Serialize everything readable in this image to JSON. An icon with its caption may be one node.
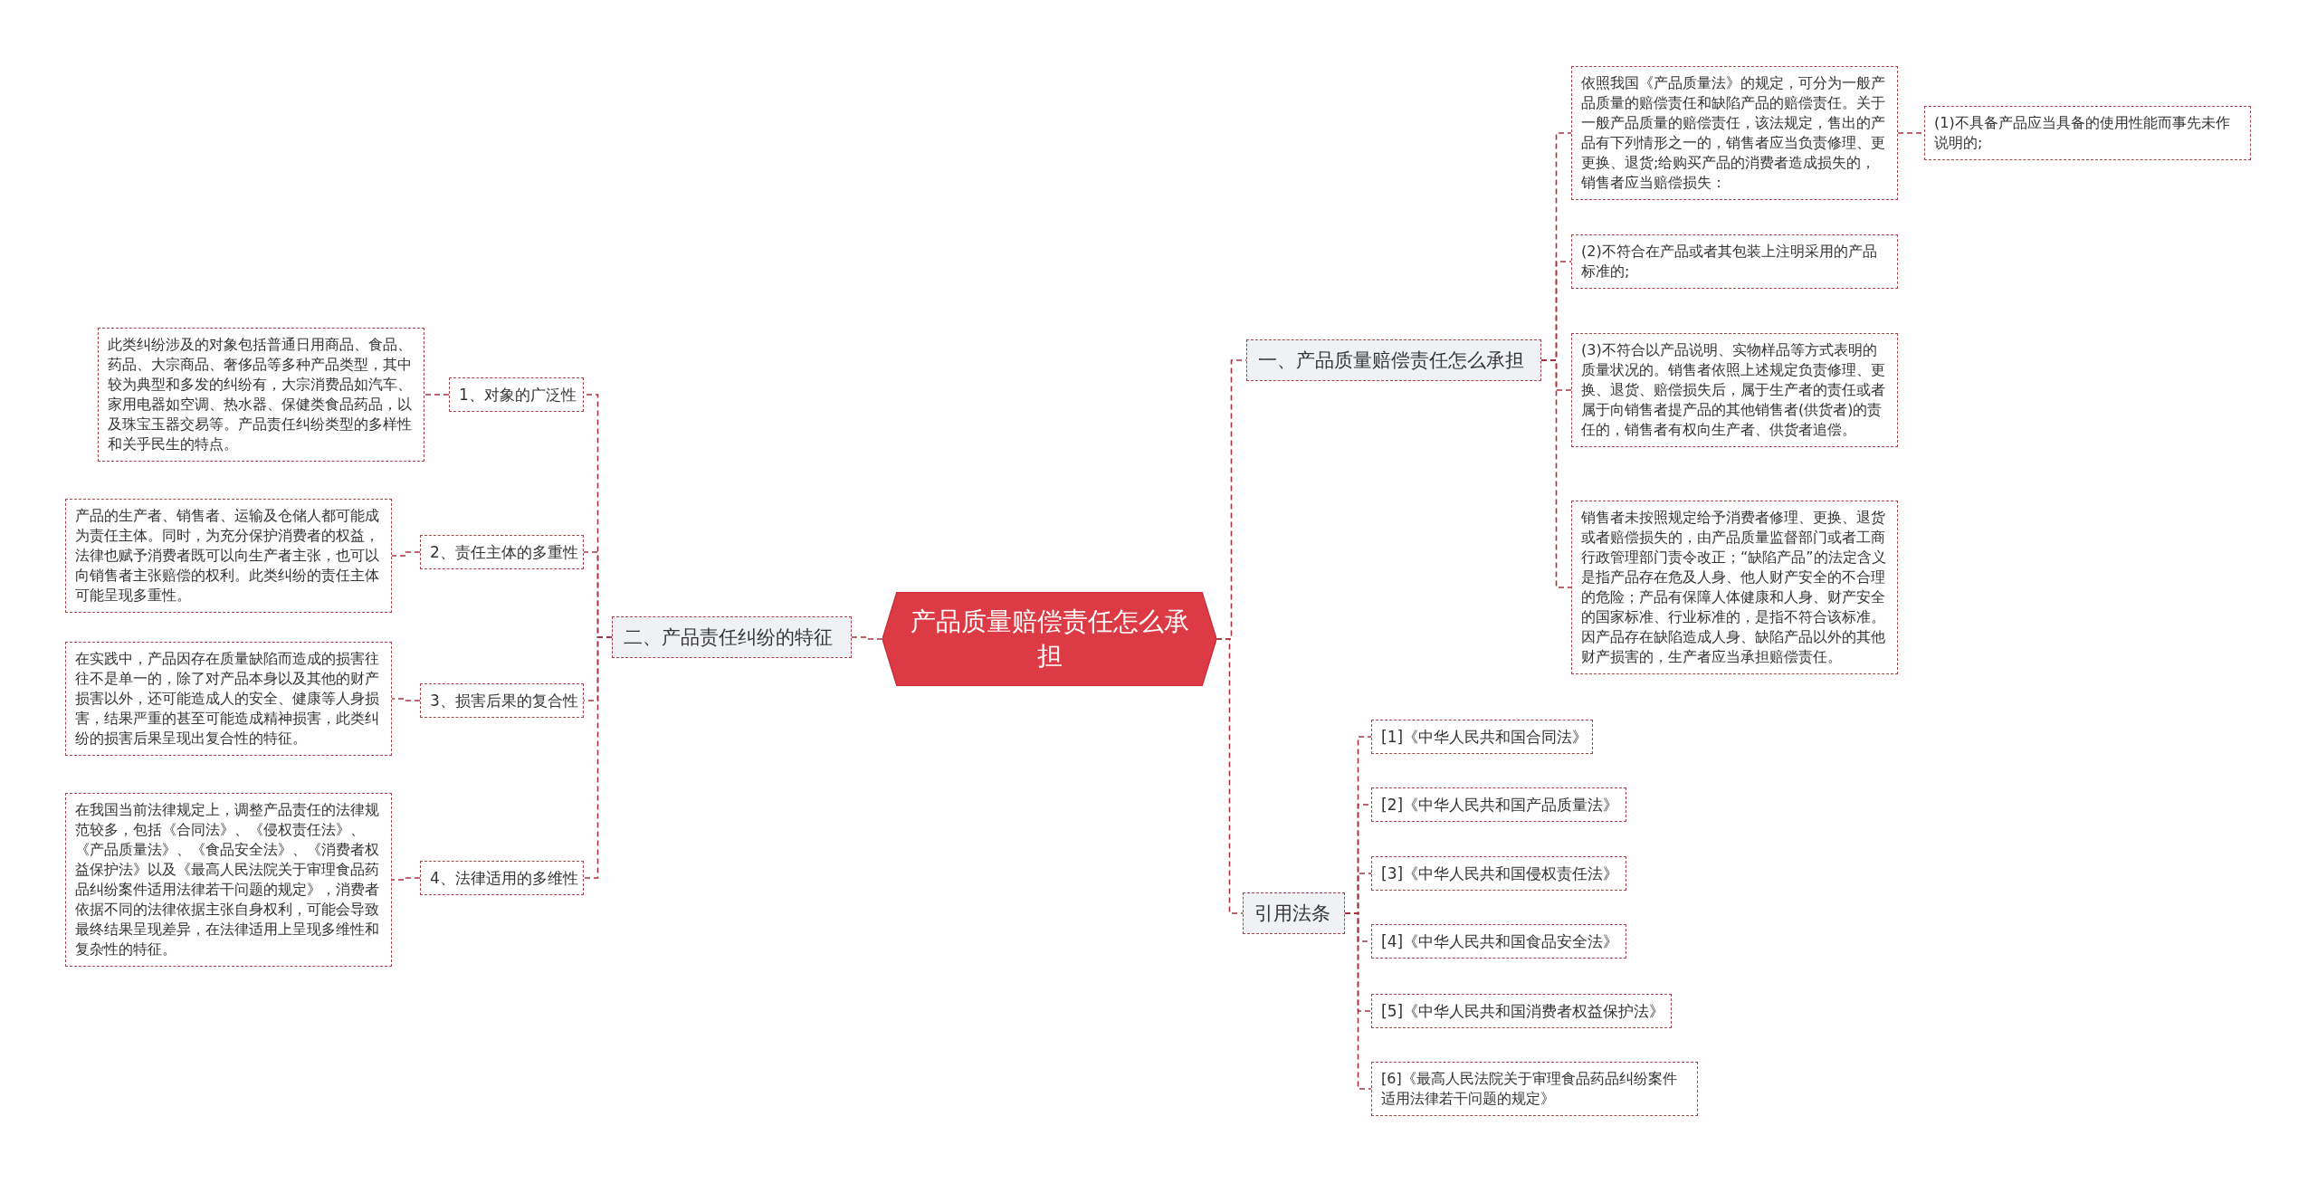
{
  "diagram": {
    "nodes": [
      {
        "text": [
          "产品质量赔偿责任怎么承担"
        ]
      },
      {
        "text": [
          "一、产品质量赔偿责任怎么承担"
        ]
      },
      {
        "text": [
          "依照我国《产品质量法》的规定，可分为一般产品质量的赔偿责任和缺陷产品的赔偿责任。关于一般产品质量的赔偿责任，该法规定，售出的产品有下列情形之一的，销售者应当负责修理、更更换、退货;给购买产品的消费者造成损失的，销售者应当赔偿损失："
        ]
      },
      {
        "text": [
          "(1)不具备产品应当具备的使用性能而事先未作说明的;"
        ]
      },
      {
        "text": [
          "(2)不符合在产品或者其包装上注明采用的产品标准的;"
        ]
      },
      {
        "text": [
          "(3)不符合以产品说明、实物样品等方式表明的质量状况的。销售者依照上述规定负责修理、更换、退货、赔偿损失后，属于生产者的责任或者属于向销售者提产品的其他销售者(供货者)的责任的，销售者有权向生产者、供货者追偿。"
        ]
      },
      {
        "text": [
          "销售者未按照规定给予消费者修理、更换、退货或者赔偿损失的，由产品质量监督部门或者工商行政管理部门责令改正；“缺陷产品”的法定含义是指产品存在危及人身、他人财产安全的不合理的危险；产品有保障人体健康和人身、财产安全的国家标准、行业标准的，是指不符合该标准。因产品存在缺陷造成人身、缺陷产品以外的其他财产损害的，生产者应当承担赔偿责任。"
        ]
      },
      {
        "text": [
          "引用法条"
        ]
      },
      {
        "text": [
          "[1]《中华人民共和国合同法》"
        ]
      },
      {
        "text": [
          "[2]《中华人民共和国产品质量法》"
        ]
      },
      {
        "text": [
          "[3]《中华人民共和国侵权责任法》"
        ]
      },
      {
        "text": [
          "[4]《中华人民共和国食品安全法》"
        ]
      },
      {
        "text": [
          "[5]《中华人民共和国消费者权益保护法》"
        ]
      },
      {
        "text": [
          "[6]《最高人民法院关于审理食品药品纠纷案件适用法律若干问题的规定》"
        ]
      },
      {
        "text": [
          "二、产品责任纠纷的特征"
        ]
      },
      {
        "text": [
          "1、对象的广泛性"
        ]
      },
      {
        "text": [
          "此类纠纷涉及的对象包括普通日用商品、食品、药品、大宗商品、奢侈品等多种产品类型，其中较为典型和多发的纠纷有，大宗消费品如汽车、家用电器如空调、热水器、保健类食品药品，以及珠宝玉器交易等。产品责任纠纷类型的多样性和关乎民生的特点。"
        ]
      },
      {
        "text": [
          "2、责任主体的多重性"
        ]
      },
      {
        "text": [
          "产品的生产者、销售者、运输及仓储人都可能成为责任主体。同时，为充分保护消费者的权益，法律也赋予消费者既可以向生产者主张，也可以向销售者主张赔偿的权利。此类纠纷的责任主体可能呈现多重性。"
        ]
      },
      {
        "text": [
          "3、损害后果的复合性"
        ]
      },
      {
        "text": [
          "在实践中，产品因存在质量缺陷而造成的损害往往不是单一的，除了对产品本身以及其他的财产损害以外，还可能造成人的安全、健康等人身损害，结果严重的甚至可能造成精神损害，此类纠纷的损害后果呈现出复合性的特征。"
        ]
      },
      {
        "text": [
          "4、法律适用的多维性"
        ]
      },
      {
        "text": [
          "在我国当前法律规定上，调整产品责任的法律规范较多，包括《合同法》、《侵权责任法》、《产品质量法》、《食品安全法》、《消费者权益保护法》以及《最高人民法院关于审理食品药品纠纷案件适用法律若干问题的规定》，消费者依据不同的法律依据主张自身权利，可能会导致最终结果呈现差异，在法律适用上呈现多维性和复杂性的特征。"
        ]
      }
    ],
    "edges": [
      {
        "from": 0,
        "to": 1,
        "arrow": "none"
      },
      {
        "from": 1,
        "to": 2,
        "arrow": "none"
      },
      {
        "from": 2,
        "to": 3,
        "arrow": "none"
      },
      {
        "from": 1,
        "to": 4,
        "arrow": "none"
      },
      {
        "from": 1,
        "to": 5,
        "arrow": "none"
      },
      {
        "from": 1,
        "to": 6,
        "arrow": "none"
      },
      {
        "from": 0,
        "to": 7,
        "arrow": "none"
      },
      {
        "from": 7,
        "to": 8,
        "arrow": "none"
      },
      {
        "from": 7,
        "to": 9,
        "arrow": "none"
      },
      {
        "from": 7,
        "to": 10,
        "arrow": "none"
      },
      {
        "from": 7,
        "to": 11,
        "arrow": "none"
      },
      {
        "from": 7,
        "to": 12,
        "arrow": "none"
      },
      {
        "from": 7,
        "to": 13,
        "arrow": "none"
      },
      {
        "from": 0,
        "to": 14,
        "arrow": "none"
      },
      {
        "from": 14,
        "to": 15,
        "arrow": "none"
      },
      {
        "from": 15,
        "to": 16,
        "arrow": "none"
      },
      {
        "from": 14,
        "to": 17,
        "arrow": "none"
      },
      {
        "from": 17,
        "to": 18,
        "arrow": "none"
      },
      {
        "from": 14,
        "to": 19,
        "arrow": "none"
      },
      {
        "from": 19,
        "to": 20,
        "arrow": "none"
      },
      {
        "from": 14,
        "to": 21,
        "arrow": "none"
      },
      {
        "from": 21,
        "to": 22,
        "arrow": "none"
      }
    ]
  }
}
